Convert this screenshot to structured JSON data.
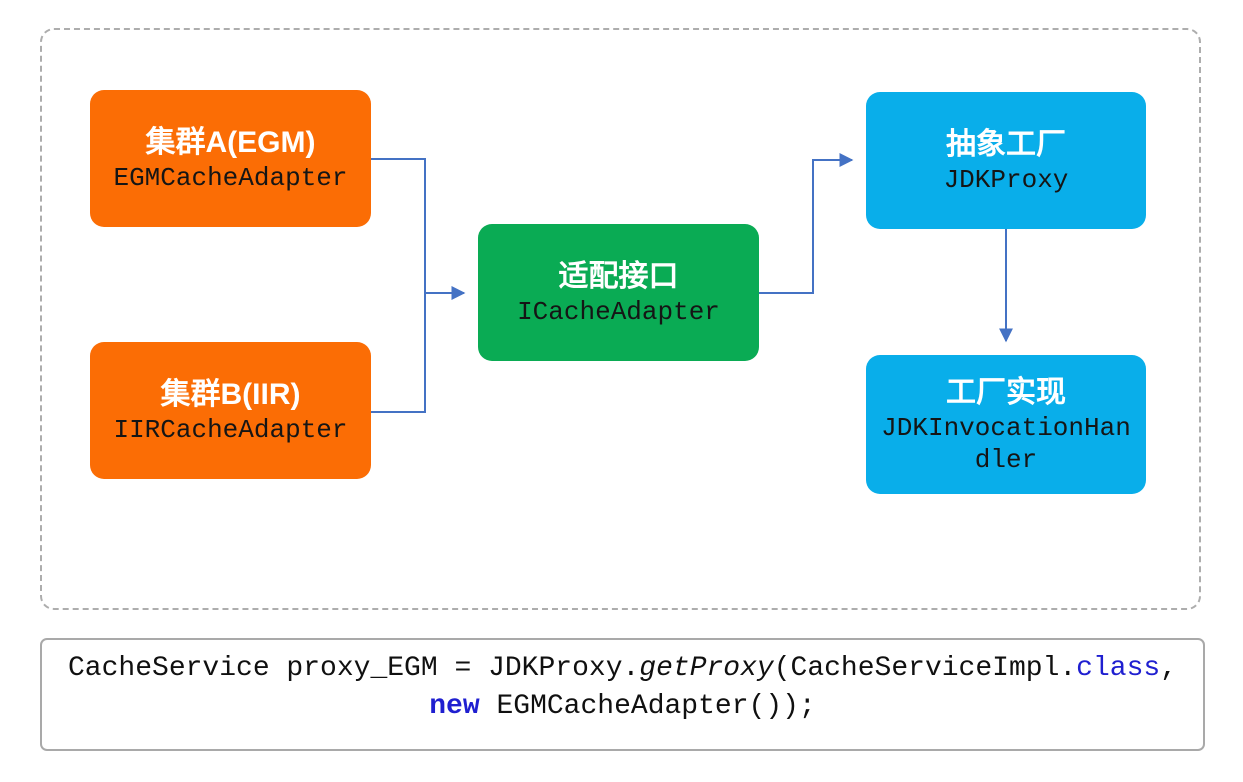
{
  "diagram": {
    "nodes": {
      "cluster_a": {
        "title": "集群A(EGM)",
        "subtitle": "EGMCacheAdapter",
        "fill": "#fb6d05"
      },
      "cluster_b": {
        "title": "集群B(IIR)",
        "subtitle": "IIRCacheAdapter",
        "fill": "#fb6d05"
      },
      "adapter": {
        "title": "适配接口",
        "subtitle": "ICacheAdapter",
        "fill": "#0aab54"
      },
      "factory": {
        "title": "抽象工厂",
        "subtitle": "JDKProxy",
        "fill": "#09aeea"
      },
      "factory_impl": {
        "title": "工厂实现",
        "subtitle": "JDKInvocationHandler",
        "fill": "#09aeea"
      }
    },
    "connector_color": "#4472c4",
    "panel_border_color": "#adadad"
  },
  "code": {
    "keyword_color": "#1f1fd0",
    "l1p1": "CacheService proxy_EGM = JDKProxy.",
    "l1p2": "getProxy",
    "l1p3": "(CacheServiceImpl.",
    "l1p4": "class",
    "l1p5": ",",
    "l2p1": "new",
    "l2p2": " EGMCacheAdapter());"
  }
}
